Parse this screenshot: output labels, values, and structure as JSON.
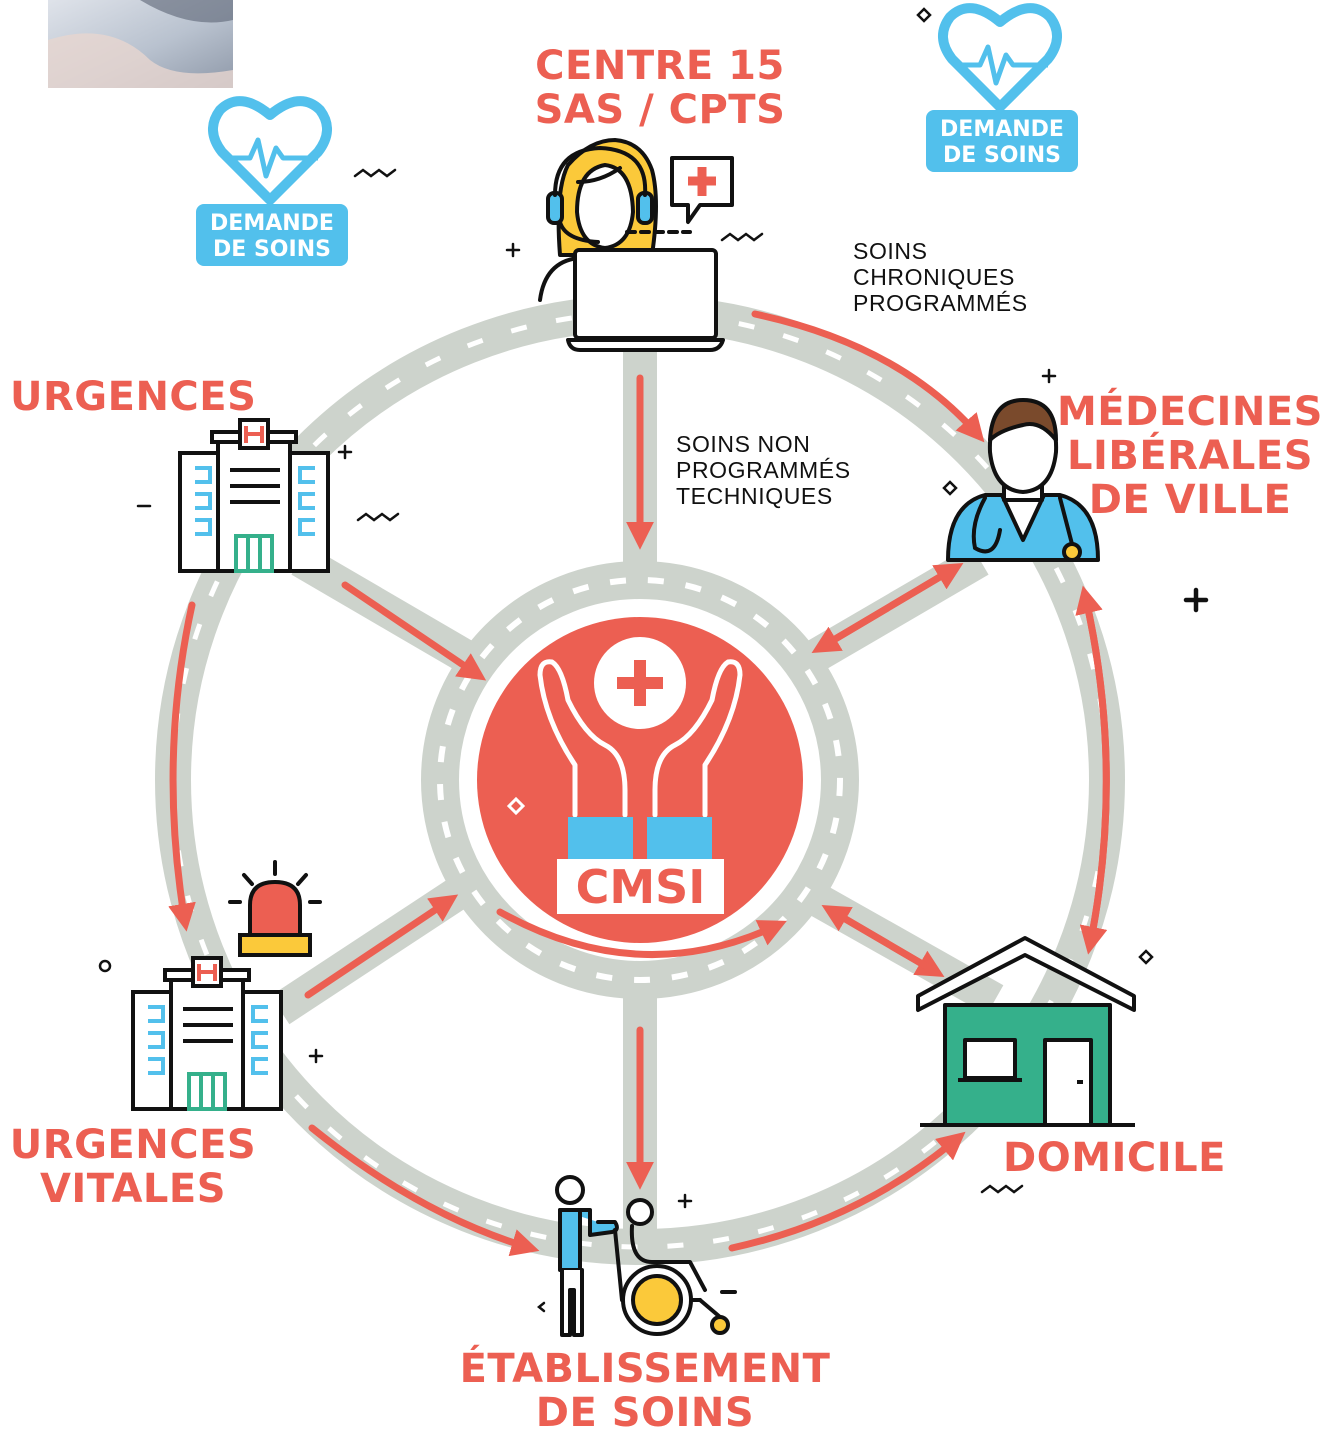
{
  "nodes": {
    "centre15": {
      "line1": "CENTRE 15",
      "line2": "SAS / CPTS"
    },
    "urgences": {
      "line1": "URGENCES"
    },
    "medecines": {
      "line1": "MÉDECINES",
      "line2": "LIBÉRALES",
      "line3": "DE VILLE"
    },
    "urgences_vitales": {
      "line1": "URGENCES",
      "line2": "VITALES"
    },
    "domicile": {
      "line1": "DOMICILE"
    },
    "etablissement": {
      "line1": "ÉTABLISSEMENT",
      "line2": "DE SOINS"
    },
    "cmsi": {
      "label": "CMSI"
    }
  },
  "badges": {
    "line1": "DEMANDE",
    "line2": "DE SOINS"
  },
  "notes": {
    "chroniques": [
      "SOINS",
      "CHRONIQUES",
      "PROGRAMMÉS"
    ],
    "non_programmes": [
      "SOINS NON",
      "PROGRAMMÉS",
      "TECHNIQUES"
    ]
  },
  "colors": {
    "accent_red": "#ec5f52",
    "road_gray": "#cdd3cc",
    "badge_blue": "#52c0ec",
    "house_green": "#35b08b",
    "headset_yellow": "#fbc93a"
  }
}
